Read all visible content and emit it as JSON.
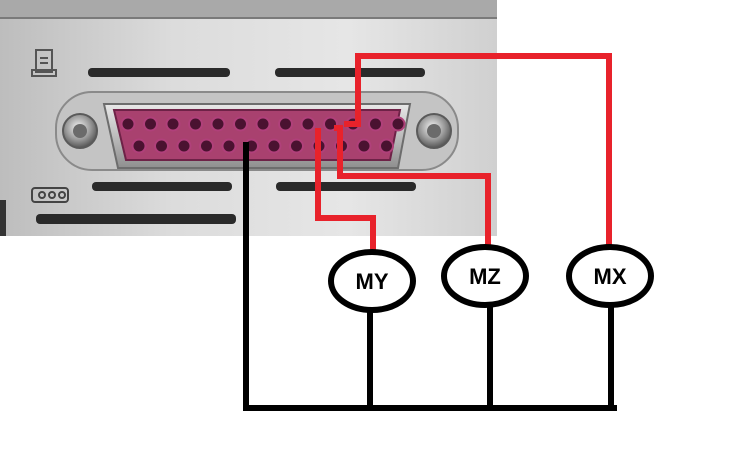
{
  "motors": [
    {
      "id": "my",
      "label": "MY"
    },
    {
      "id": "mz",
      "label": "MZ"
    },
    {
      "id": "mx",
      "label": "MX"
    }
  ],
  "connector": {
    "type": "DB-25 parallel port",
    "pin_rows": [
      13,
      12
    ],
    "pin_color": "#b0407a",
    "body_color": "#c9c9c9"
  },
  "colors": {
    "signal_wire": "#e8222b",
    "ground_wire": "#000000",
    "panel": "#d6d6d6"
  }
}
